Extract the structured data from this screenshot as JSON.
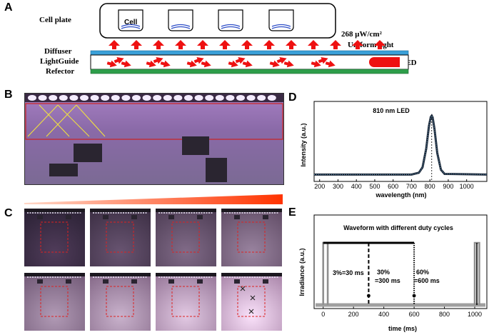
{
  "panelA": {
    "letter": "A",
    "cell_plate_label": "Cell plate",
    "cell_label": "Cell",
    "irradiance_label": "268 μW/cm²",
    "uniform_label": "Uniform light",
    "diffuser_label": "Diffuser",
    "lightguide_label": "LightGuide",
    "reflector_label": "Refector",
    "led_label": "LED",
    "colors": {
      "arrow": "#ee1111",
      "diffuser": "#3aa0d8",
      "reflector": "#2e9e4a",
      "led": "#ee1111"
    }
  },
  "panelB": {
    "letter": "B"
  },
  "panelC": {
    "letter": "C"
  },
  "panelD": {
    "letter": "D",
    "chart_data": {
      "type": "line",
      "title": "810 nm LED",
      "xlabel": "wavelength (nm)",
      "ylabel": "Intensity (a.u.)",
      "xlim": [
        170,
        1110
      ],
      "x_ticks": [
        200,
        300,
        400,
        500,
        600,
        700,
        800,
        900,
        1000
      ],
      "peak_x": 810,
      "x": [
        170,
        700,
        740,
        760,
        780,
        795,
        805,
        810,
        815,
        825,
        840,
        860,
        880,
        1110
      ],
      "y": [
        0.02,
        0.02,
        0.05,
        0.14,
        0.45,
        0.83,
        0.98,
        1.0,
        0.97,
        0.78,
        0.38,
        0.1,
        0.03,
        0.02
      ]
    }
  },
  "panelE": {
    "letter": "E",
    "chart_data": {
      "type": "line",
      "title": "Waveform with different duty cycles",
      "xlabel": "time (ms)",
      "ylabel": "Irradiance (a.u.)",
      "xlim": [
        -60,
        1080
      ],
      "x_ticks": [
        0,
        200,
        400,
        600,
        800,
        1000
      ],
      "series": [
        {
          "label": "3%=30 ms",
          "on_ms": 30,
          "period_ms": 1000
        },
        {
          "label": "30% =300 ms",
          "label_line1": "30%",
          "label_line2": "=300 ms",
          "on_ms": 300,
          "period_ms": 1000
        },
        {
          "label": "60% =600 ms",
          "label_line1": "60%",
          "label_line2": "=600 ms",
          "on_ms": 600,
          "period_ms": 1000
        }
      ]
    }
  }
}
